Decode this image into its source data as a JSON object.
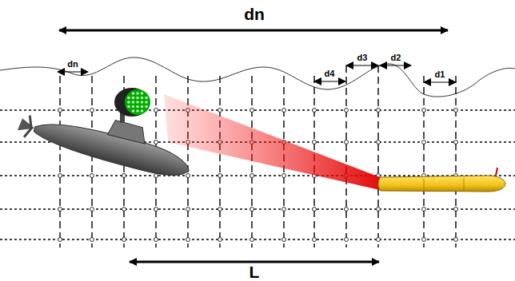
{
  "diagram": {
    "labels": [
      "dn",
      "dn",
      "d4",
      "d3",
      "d2",
      "d1",
      "L"
    ]
  }
}
